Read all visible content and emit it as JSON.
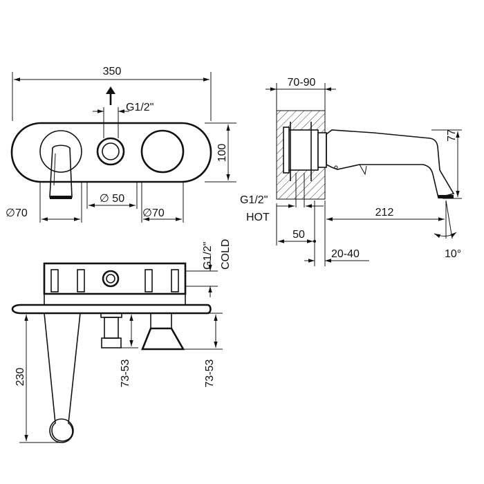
{
  "colors": {
    "ink": "#111111",
    "background": "#ffffff",
    "hatch": "#333333"
  },
  "front_view": {
    "width_label": "350",
    "inlet_label": "G1/2\"",
    "height_label": "100",
    "left_diameter_label": "∅70",
    "center_diameter_label": "∅ 50",
    "right_diameter_label": "∅70"
  },
  "side_view": {
    "wall_depth_label": "70-90",
    "spout_height_label": "77",
    "hot_thread_label": "G1/2\"",
    "hot_label": "HOT",
    "spout_length_label": "212",
    "offset_label": "50",
    "plate_label": "20-40",
    "angle_label": "10°"
  },
  "top_view": {
    "cold_thread_label": "G1/2\"",
    "cold_label": "COLD",
    "lever_length_label": "230",
    "left_stem_label": "73-53",
    "right_stem_label": "73-53"
  }
}
